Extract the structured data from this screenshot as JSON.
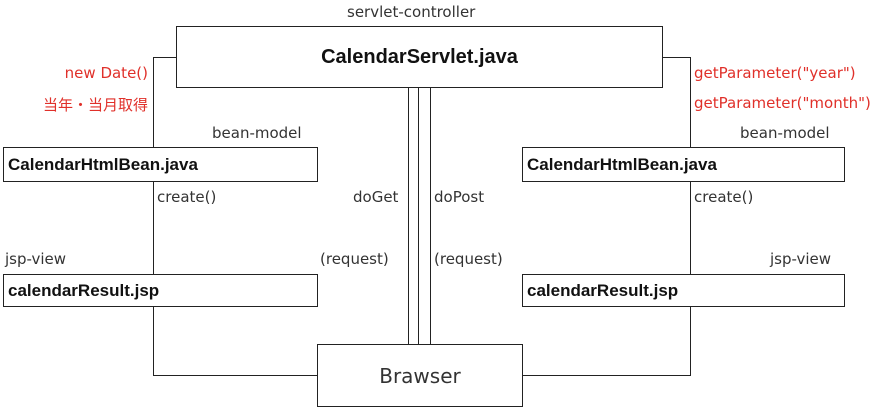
{
  "top": {
    "stereotype": "servlet-controller",
    "box": "CalendarServlet.java"
  },
  "left": {
    "notes": [
      "new Date()",
      "当年・当月取得"
    ],
    "bean_stereotype": "bean-model",
    "bean_box": "CalendarHtmlBean.java",
    "method": "create()",
    "view_stereotype": "jsp-view",
    "view_box": "calendarResult.jsp"
  },
  "right": {
    "notes": [
      "getParameter(\"year\")",
      "getParameter(\"month\")"
    ],
    "bean_stereotype": "bean-model",
    "bean_box": "CalendarHtmlBean.java",
    "method": "create()",
    "view_stereotype": "jsp-view",
    "view_box": "calendarResult.jsp"
  },
  "center": {
    "get_label": "doGet",
    "post_label": "doPost",
    "get_request": "(request)",
    "post_request": "(request)"
  },
  "browser": {
    "box": "Brawser"
  },
  "colors": {
    "line": "#222222",
    "note": "#e0302a"
  }
}
